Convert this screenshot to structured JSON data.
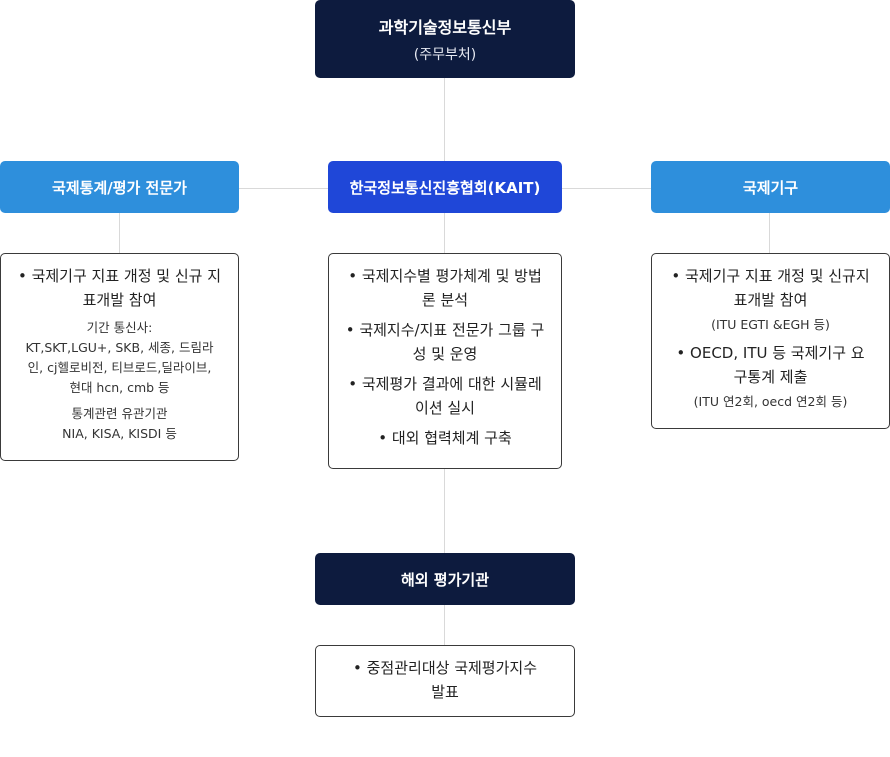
{
  "top": {
    "title": "과학기술정보통신부",
    "subtitle": "(주무부처)"
  },
  "left": {
    "header": "국제통계/평가 전문가",
    "bullet1": "국제기구 지표 개정 및 신규 지표개발 참여",
    "sub1": [
      "기간 통신사:",
      "KT,SKT,LGU+, SKB, 세종, 드림라",
      "인, cj헬로비전, 티브로드,딜라이브,",
      "현대 hcn, cmb 등"
    ],
    "sub2": [
      "통계관련 유관기관",
      "NIA, KISA, KISDI 등"
    ]
  },
  "center": {
    "header": "한국정보통신진흥협회(KAIT)",
    "bullets": [
      "국제지수별 평가체계 및 방법론 분석",
      "국제지수/지표 전문가 그룹 구성 및 운영",
      "국제평가 결과에 대한 시뮬레이션 실시",
      "대외 협력체계 구축"
    ]
  },
  "right": {
    "header": "국제기구",
    "bullet1": "국제기구 지표 개정 및 신규지표개발 참여",
    "sub1": "(ITU EGTI &EGH 등)",
    "bullet2": "OECD, ITU 등 국제기구 요구통계 제출",
    "sub2": "(ITU 연2회, oecd 연2회 등)"
  },
  "bottom": {
    "header": "해외 평가기관",
    "bullet": "중점관리대상 국제평가지수 발표"
  },
  "colors": {
    "dark": "#0d1b3e",
    "blue": "#2e8fdc",
    "royal": "#1f47d8",
    "line": "#d9d9d9"
  }
}
